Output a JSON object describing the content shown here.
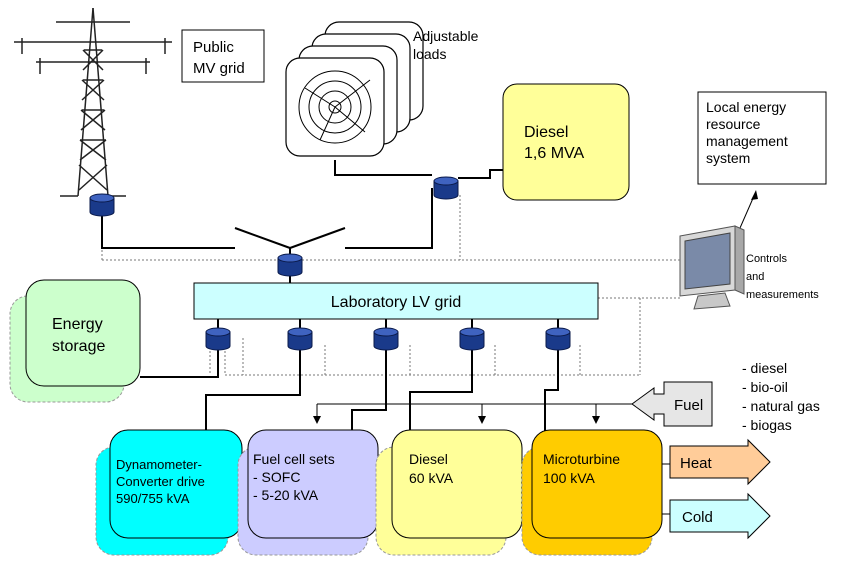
{
  "labels": {
    "public_grid": [
      "Public",
      "MV grid"
    ],
    "adjustable_loads": [
      "Adjustable",
      "loads"
    ],
    "diesel_big": [
      "Diesel",
      "1,6 MVA"
    ],
    "management": [
      "Local energy",
      "resource",
      "management",
      "system"
    ],
    "controls": [
      "Controls",
      "and",
      "measurements"
    ],
    "lv_grid": "Laboratory LV grid",
    "energy_storage": [
      "Energy",
      "storage"
    ],
    "fuel": "Fuel",
    "fuel_types": [
      "- diesel",
      "- bio-oil",
      "- natural gas",
      "- biogas"
    ],
    "dynamometer": [
      "Dynamometer-",
      "Converter drive",
      "590/755  kVA"
    ],
    "fuel_cell": [
      "Fuel cell sets",
      "- SOFC",
      "- 5-20 kVA"
    ],
    "diesel_small": [
      "Diesel",
      "60 kVA"
    ],
    "microturbine": [
      "Microturbine",
      "100 kVA"
    ],
    "heat": "Heat",
    "cold": "Cold"
  },
  "colors": {
    "diesel_fill": "#ffff99",
    "lv_grid_fill": "#ccffff",
    "energy_storage_fill": "#ccffcc",
    "dynamometer_fill": "#00ffff",
    "fuel_cell_fill": "#ccccff",
    "microturbine_fill": "#ffcc00",
    "heat_fill": "#ffcc99",
    "cold_fill": "#ccffff",
    "fuel_fill": "#e6e6e6",
    "breaker_fill": "#1f3f8f"
  },
  "icons": [
    "transmission-tower-icon",
    "fan-load-icon",
    "computer-monitor-icon",
    "circuit-breaker-icon"
  ]
}
